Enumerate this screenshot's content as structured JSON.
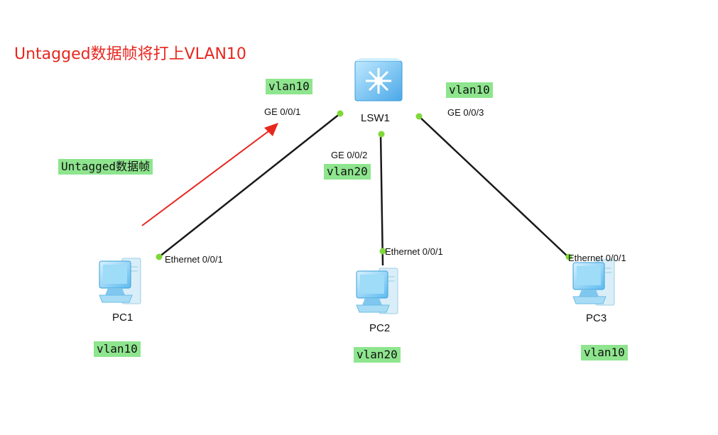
{
  "title": "Untagged数据帧将打上VLAN10",
  "annotation": "Untagged数据帧",
  "switch": {
    "name": "LSW1",
    "icon": "switch-icon",
    "ports": {
      "p1": "GE 0/0/1",
      "p2": "GE 0/0/2",
      "p3": "GE 0/0/3"
    },
    "vlans": {
      "p1": "vlan10",
      "p2": "vlan20",
      "p3": "vlan10"
    }
  },
  "pcs": [
    {
      "name": "PC1",
      "port": "Ethernet 0/0/1",
      "vlan": "vlan10",
      "icon": "pc-icon"
    },
    {
      "name": "PC2",
      "port": "Ethernet 0/0/1",
      "vlan": "vlan20",
      "icon": "pc-icon"
    },
    {
      "name": "PC3",
      "port": "Ethernet 0/0/1",
      "vlan": "vlan10",
      "icon": "pc-icon"
    }
  ],
  "colors": {
    "title": "#e8261e",
    "arrow": "#e8261e",
    "tag_bg": "#8ee58e",
    "link": "#1a1a1a",
    "port_dot": "#7fd83a",
    "device_blue": "#4db8ee"
  }
}
